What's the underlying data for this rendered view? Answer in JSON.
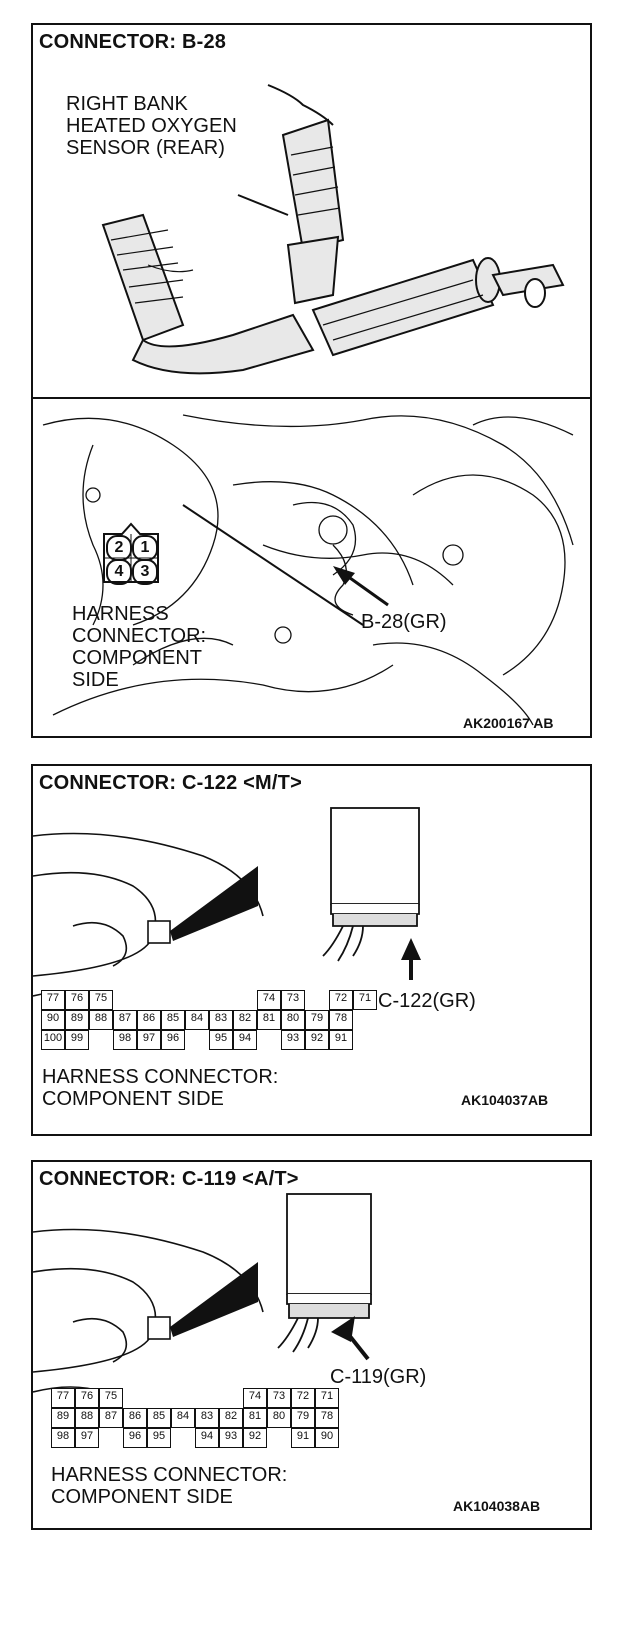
{
  "panel1": {
    "title": "CONNECTOR: B-28",
    "sensor_label": [
      "RIGHT BANK",
      "HEATED OXYGEN",
      "SENSOR (REAR)"
    ],
    "pins": [
      "2",
      "1",
      "4",
      "3"
    ],
    "harness_label": [
      "HARNESS",
      "CONNECTOR:",
      "COMPONENT",
      "SIDE"
    ],
    "callout": "B-28(GR)",
    "code": "AK200167 AB"
  },
  "panel2": {
    "title": "CONNECTOR: C-122 <M/T>",
    "callout": "C-122(GR)",
    "harness_label": [
      "HARNESS CONNECTOR:",
      "COMPONENT SIDE"
    ],
    "code": "AK104037AB",
    "rows": [
      [
        "77",
        "76",
        "75",
        "",
        "",
        "",
        "",
        "",
        "",
        "74",
        "73",
        "",
        "72",
        "71"
      ],
      [
        "90",
        "89",
        "88",
        "87",
        "86",
        "85",
        "84",
        "83",
        "82",
        "81",
        "80",
        "79",
        "78"
      ],
      [
        "100",
        "99",
        "",
        "98",
        "97",
        "96",
        "",
        "95",
        "94",
        "",
        "93",
        "92",
        "91"
      ]
    ]
  },
  "panel3": {
    "title": "CONNECTOR: C-119 <A/T>",
    "callout": "C-119(GR)",
    "harness_label": [
      "HARNESS CONNECTOR:",
      "COMPONENT SIDE"
    ],
    "code": "AK104038AB",
    "rows": [
      [
        "77",
        "76",
        "75",
        "",
        "",
        "",
        "",
        "",
        "74",
        "73",
        "72",
        "71"
      ],
      [
        "89",
        "88",
        "87",
        "86",
        "85",
        "84",
        "83",
        "82",
        "81",
        "80",
        "79",
        "78"
      ],
      [
        "98",
        "97",
        "",
        "96",
        "95",
        "",
        "94",
        "93",
        "92",
        "",
        "91",
        "90"
      ]
    ]
  }
}
